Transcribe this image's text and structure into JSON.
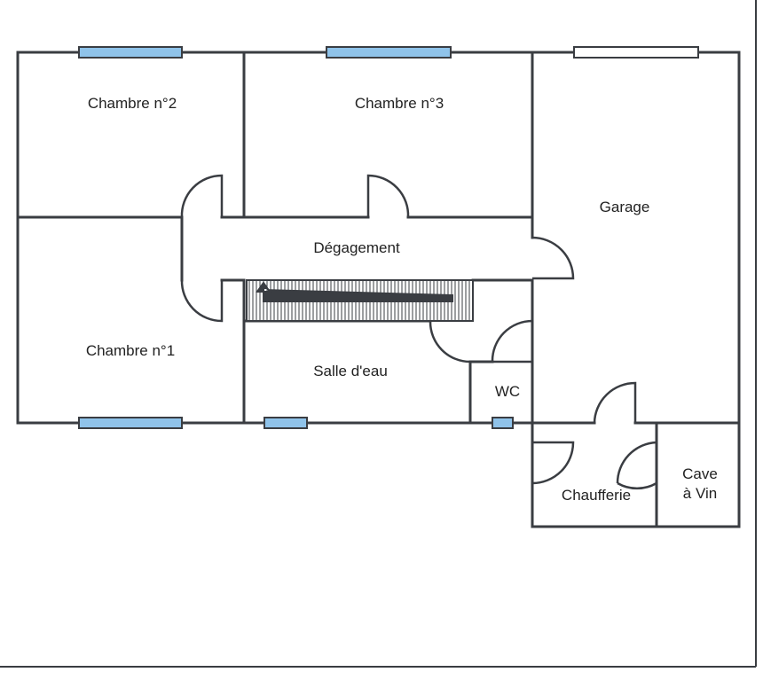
{
  "rooms": {
    "chambre2": "Chambre n°2",
    "chambre3": "Chambre n°3",
    "garage": "Garage",
    "degagement": "Dégagement",
    "chambre1": "Chambre n°1",
    "salle_eau": "Salle d'eau",
    "wc": "WC",
    "chaufferie": "Chaufferie",
    "cave_line1": "Cave",
    "cave_line2": "à Vin"
  },
  "colors": {
    "wall": "#3a3d42",
    "window_glass": "#8fc3ea",
    "background": "#ffffff"
  }
}
